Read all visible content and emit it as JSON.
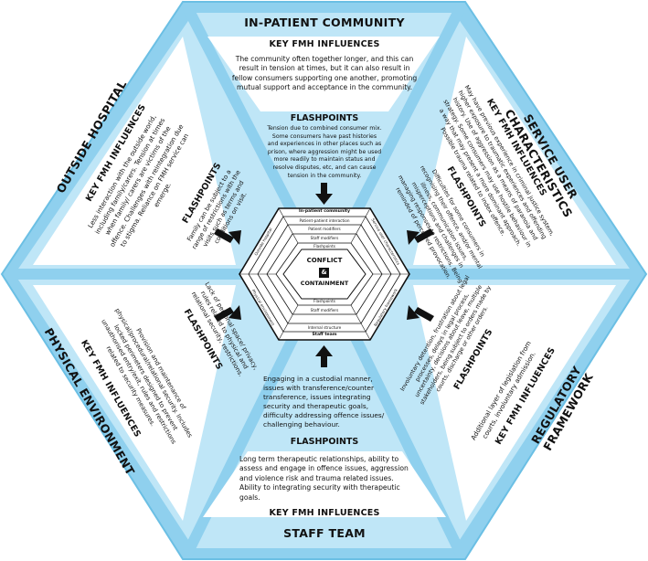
{
  "centre": {
    "line1": "CONFLICT",
    "ampersand": "&",
    "line2": "CONTAINMENT",
    "rings": [
      "In-patient community",
      "Patient-patient interaction",
      "Patient modifiers",
      "Staff modifiers",
      "Flashpoints"
    ],
    "bottom_rings": [
      "Flashpoints",
      "Staff modifiers",
      "Internal structure",
      "Staff team"
    ],
    "side_labels": [
      "Outside hospital",
      "Physical environment",
      "Service user characteristics",
      "Regulatory framework"
    ]
  },
  "segments": {
    "top": {
      "band": "IN-PATIENT COMMUNITY",
      "influences_heading": "KEY FMH INFLUENCES",
      "influences_text": "The community often together longer, and this can result in tension at times, but it can also result in fellow consumers supporting one another, promoting mutual support and acceptance in the community.",
      "flashpoints_heading": "FLASHPOINTS",
      "flashpoints_text": "Tension due to combined consumer mix. Some consumers have past histories and experiences in other places such as prison, where aggression might be used more readily to maintain status and resolve disputes, etc, and can cause tension in the community."
    },
    "bottom": {
      "band": "STAFF TEAM",
      "influences_heading": "KEY FMH INFLUENCES",
      "influences_text": "Long term therapeutic relationships, ability to assess and engage in offence issues, aggression and violence risk and trauma related issues. Ability to integrating security with therapeutic goals.",
      "flashpoints_heading": "FLASHPOINTS",
      "flashpoints_text": "Engaging in a custodial manner, issues with transference/counter transference, issues integrating security and therapeutic goals, difficulty addressing offence issues/ challenging behaviour."
    },
    "upper_left": {
      "band": "OUTSIDE HOSPITAL",
      "influences_heading": "KEY FMH INFLUENCES",
      "influences_text": "Less interaction with the outside world, including family/carers. Tension at times when family/ carers are victims of the offence. Challenges with reintegration due to stigma. Reliance on FMH service can emerge.",
      "flashpoints_heading": "FLASHPOINTS",
      "flashpoints_text": "Family can be subject to a range of restrictions with the visits such as terms and conditions on visit."
    },
    "upper_right": {
      "band": "SERVICE USER CHARACTERISTICS",
      "influences_heading": "KEY FMH INFLUENCES",
      "influences_text": "May have previous experience in criminal justice system, higher exposure to traumatic experiences and offending history. Use of aggression as a means of paranoia and strategy. Some consumers may use hostile behaviour in a way that may present a more dominant approach. Possible trauma related to index offence.",
      "flashpoints_heading": "FLASHPOINTS",
      "flashpoints_text": "Difficulties for some consumers in recognising their offence, and/or mental illness, communication issues, misperceptions and challenges in managing responses to restrictions. Being reminded of perceived provocation."
    },
    "lower_left": {
      "band": "PHYSICAL ENVIRONMENT",
      "influences_heading": "KEY FMH INFLUENCES",
      "influences_text": "Provision and maintenance of physical/procedural/relational security. Includes locked perimeters designed to prevent unauthorised entry/exit, rules and restrictions related to security measures.",
      "flashpoints_heading": "FLASHPOINTS",
      "flashpoints_text": "Lack of personal space/ privacy, rules related to physical and relational security, restrictions."
    },
    "lower_right": {
      "band": "REGULATORY FRAMEWORK",
      "influences_heading": "KEY FMH INFLUENCES",
      "influences_text": "Additional layer of legislation from courts, involuntary admission.",
      "flashpoints_heading": "FLASHPOINTS",
      "flashpoints_text": "Involuntary detention, frustration about legal processes, delays in legal process, uncertainty, decisions about leave, multiple stakeholders, being subject to orders made by courts, discharge or other orders."
    }
  },
  "colors": {
    "band": "#8fd0ee",
    "panel": "#bfe6f7",
    "outline": "#1a1a1a",
    "arrow": "#111111"
  }
}
